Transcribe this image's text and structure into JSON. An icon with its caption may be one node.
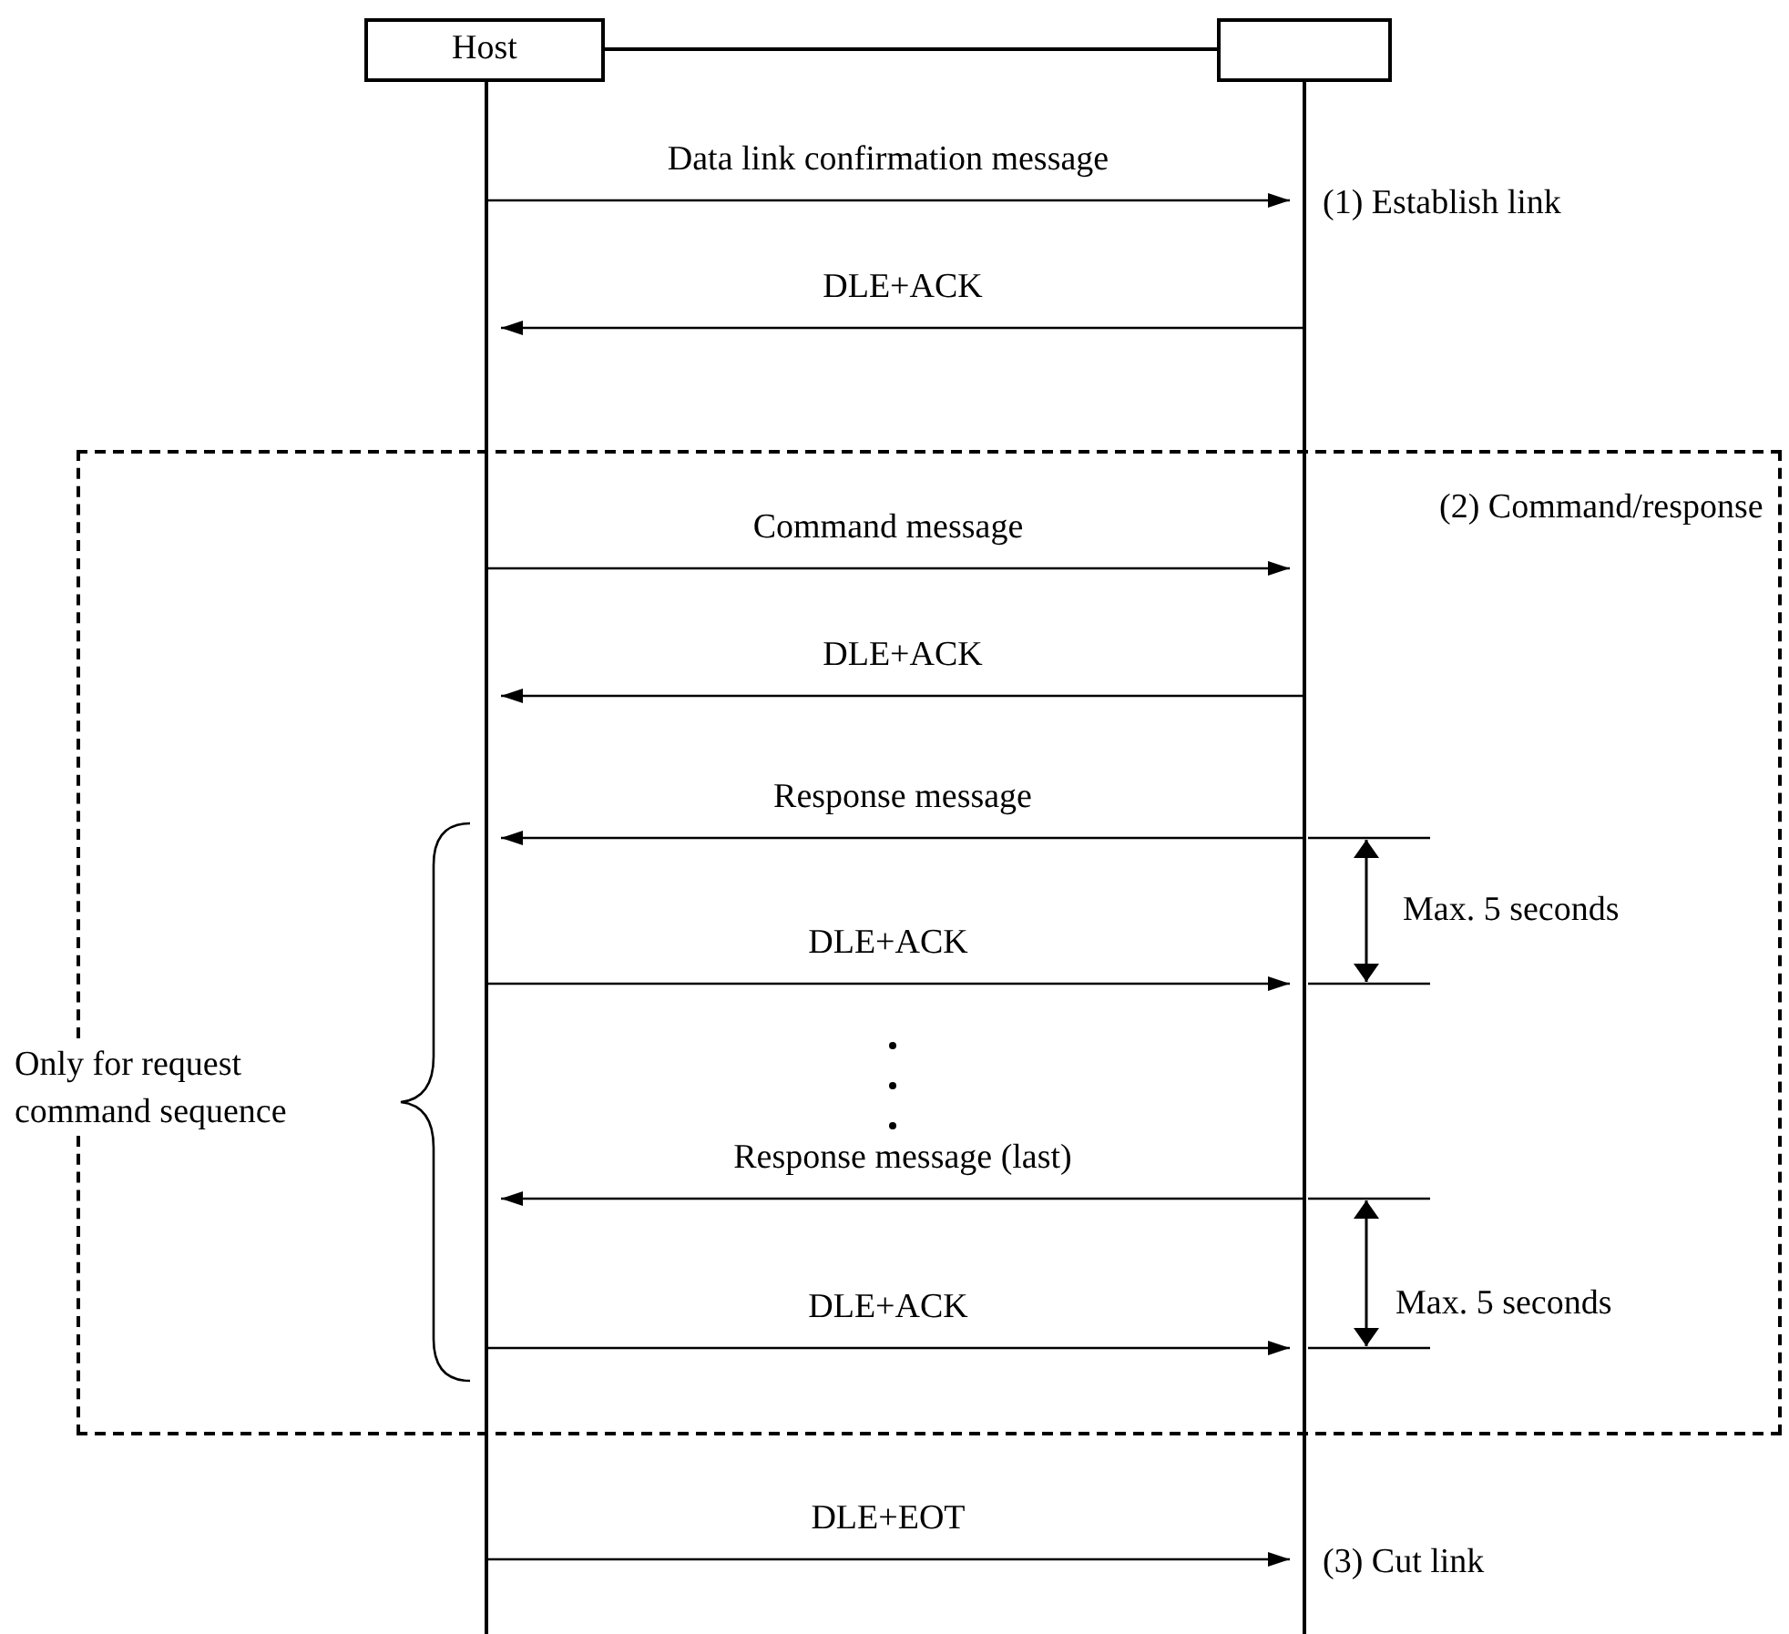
{
  "diagram": {
    "nodes": [
      {
        "text": [
          "Host"
        ]
      },
      {
        "text": [],
        "shape": "box"
      }
    ],
    "edges": [
      {
        "from": 0,
        "to": 1,
        "arrow": "none"
      },
      {
        "from": 0,
        "to": 1,
        "arrow": "to",
        "label": "Data link confirmation message"
      },
      {
        "from": 1,
        "to": 0,
        "arrow": "to",
        "label": "DLE+ACK"
      },
      {
        "from": 0,
        "to": 1,
        "arrow": "to",
        "label": "Command message"
      },
      {
        "from": 1,
        "to": 0,
        "arrow": "to",
        "label": "DLE+ACK"
      },
      {
        "from": 1,
        "to": 0,
        "arrow": "to",
        "label": "Response message"
      },
      {
        "from": 0,
        "to": 1,
        "arrow": "to",
        "label": "DLE+ACK"
      },
      {
        "from": 1,
        "to": 0,
        "arrow": "to",
        "label": "Response message (last)"
      },
      {
        "from": 0,
        "to": 1,
        "arrow": "to",
        "label": "DLE+ACK"
      },
      {
        "from": 0,
        "to": 1,
        "arrow": "to",
        "label": "DLE+EOT"
      }
    ],
    "labels": [
      "(1) Establish link",
      "(2) Command/response",
      "Max. 5 seconds",
      "Only for request command sequence",
      "Max. 5 seconds",
      "(3) Cut link"
    ]
  }
}
